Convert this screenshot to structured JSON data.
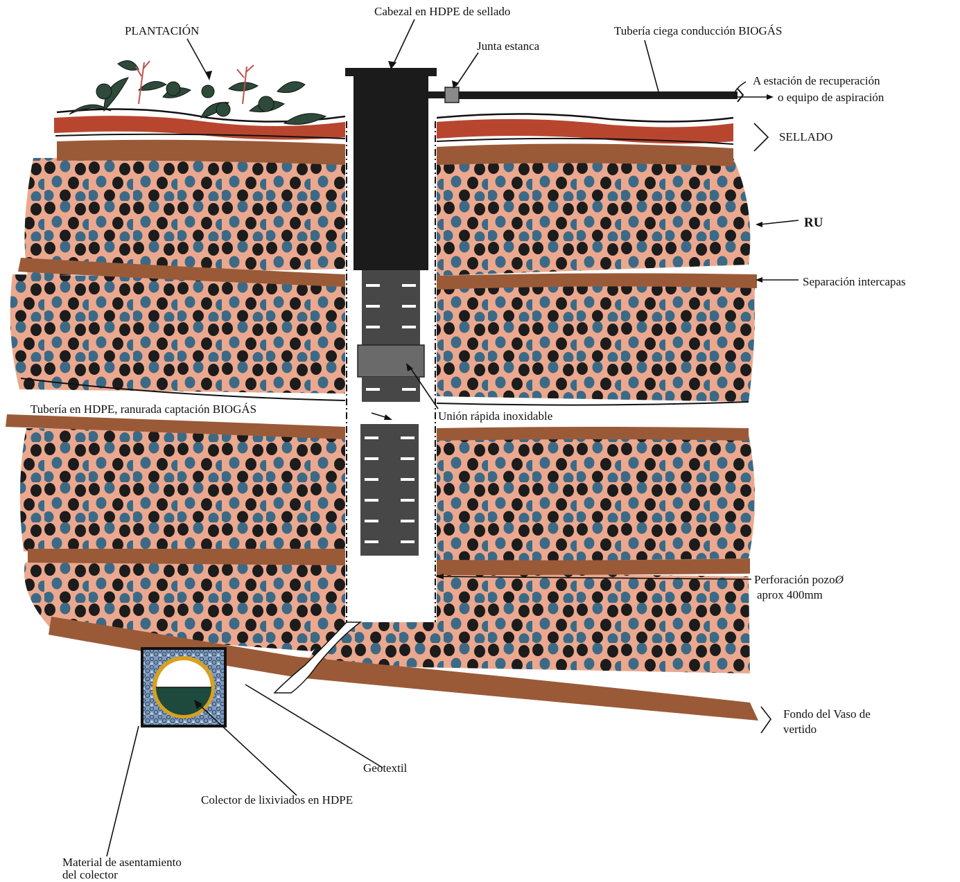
{
  "labels": {
    "plantacion": "PLANTACIÓN",
    "cabezal": "Cabezal en HDPE de sellado",
    "tuberia_ciega": "Tubería ciega conducción BIOGÁS",
    "junta_estanca": "Junta estanca",
    "a_estacion_1": "A estación de recuperación",
    "a_estacion_2": "o equipo de aspiración",
    "sellado": "SELLADO",
    "ru": "RU",
    "separacion": "Separación intercapas",
    "tuberia_ranurada": "Tubería en HDPE, ranurada captación BIOGÁS",
    "union_rapida": "Unión rápida inoxidable",
    "perforacion_1": "Perforación pozo",
    "perforacion_diam": "Ø",
    "perforacion_2": "aprox 400mm",
    "fondo_1": "Fondo del Vaso de",
    "fondo_2": "vertido",
    "geotextil": "Geotextil",
    "colector": "Colector de lixiviados en HDPE",
    "material_1": "Material de asentamiento",
    "material_2": "del colector"
  },
  "colors": {
    "waste_fill": "#eba88e",
    "sealing_red": "#b8462e",
    "brown_layer": "#9a5a38",
    "pipe_dark": "#1b1b1b",
    "pipe_slotted": "#474747",
    "ball_dark": "#1c1c1c",
    "ball_blue": "#3c6a86",
    "collector_liquid": "#1d4a3c",
    "collector_ring": "#d8a020",
    "plant_green": "#2e4a3a"
  }
}
